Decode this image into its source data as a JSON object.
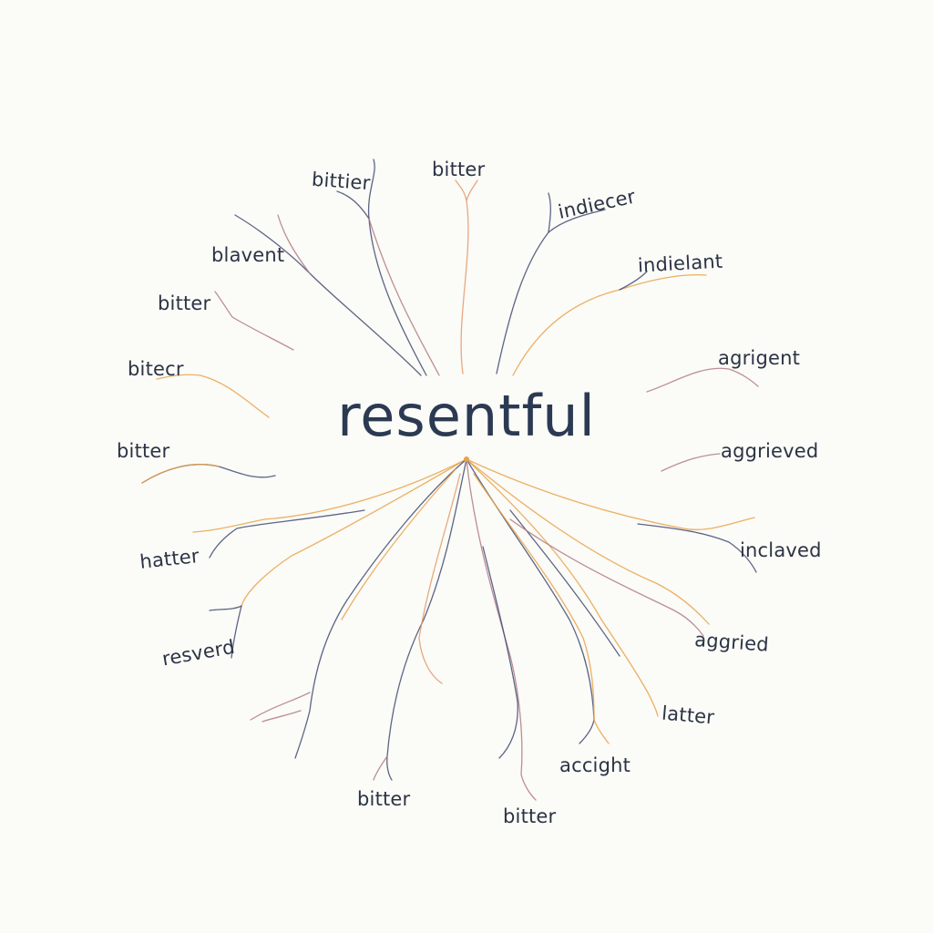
{
  "center": {
    "word": "resentful"
  },
  "words": [
    "bitter",
    "bittier",
    "indiecer",
    "blavent",
    "indielant",
    "bitter",
    "bitecr",
    "agrigent",
    "bitter",
    "aggrieved",
    "hatter",
    "inclaved",
    "resverd",
    "aggried",
    "latter",
    "accight",
    "bitter",
    "bitter"
  ],
  "colors": {
    "background": "#fbfbf7",
    "text": "#2b3345",
    "center_text": "#2b3a52",
    "branch_navy": "#3f4a72",
    "branch_orange": "#e8a24a",
    "branch_mauve": "#b07a86",
    "branch_gold": "#f0b84a"
  }
}
